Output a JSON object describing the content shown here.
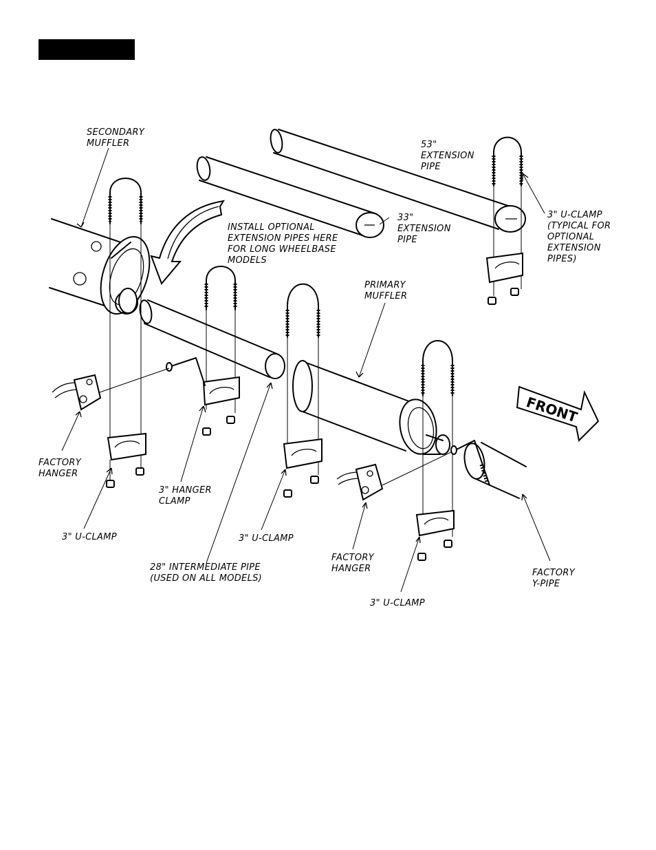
{
  "labels": {
    "secondary_muffler": [
      "SECONDARY",
      "MUFFLER"
    ],
    "ext53": [
      "53\"",
      "EXTENSION",
      "PIPE"
    ],
    "ext33": [
      "33\"",
      "EXTENSION",
      "PIPE"
    ],
    "install_note": [
      "INSTALL OPTIONAL",
      "EXTENSION PIPES HERE",
      "FOR LONG WHEELBASE",
      "MODELS"
    ],
    "uclamp_optional": [
      "3\" U-CLAMP",
      "(TYPICAL FOR",
      "OPTIONAL",
      "EXTENSION",
      "PIPES)"
    ],
    "primary_muffler": [
      "PRIMARY",
      "MUFFLER"
    ],
    "front": "FRONT",
    "factory_hanger_left": [
      "FACTORY",
      "HANGER"
    ],
    "hanger_clamp": [
      "3\" HANGER",
      "CLAMP"
    ],
    "uclamp_left": "3\" U-CLAMP",
    "uclamp_mid": "3\" U-CLAMP",
    "intermediate_pipe": [
      "28\" INTERMEDIATE PIPE",
      "(USED ON ALL MODELS)"
    ],
    "factory_hanger_right": [
      "FACTORY",
      "HANGER"
    ],
    "factory_ypipe": [
      "FACTORY",
      "Y-PIPE"
    ],
    "uclamp_bottom": "3\" U-CLAMP"
  }
}
